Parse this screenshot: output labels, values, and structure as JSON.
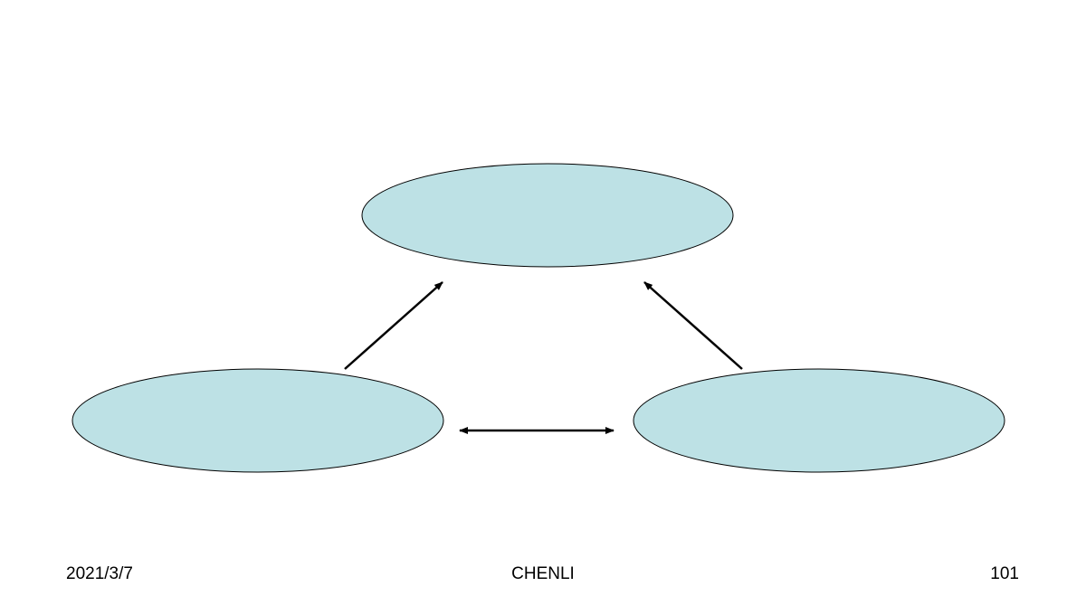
{
  "diagram": {
    "fill_color": "#bde1e5",
    "stroke_color": "#000000",
    "nodes": [
      {
        "id": "top"
      },
      {
        "id": "left"
      },
      {
        "id": "right"
      }
    ],
    "arrows": [
      {
        "from": "left",
        "to": "top",
        "type": "single"
      },
      {
        "from": "right",
        "to": "top",
        "type": "single"
      },
      {
        "from": "left",
        "to": "right",
        "type": "double"
      }
    ]
  },
  "footer": {
    "date": "2021/3/7",
    "author": "CHENLI",
    "page_number": "101"
  }
}
